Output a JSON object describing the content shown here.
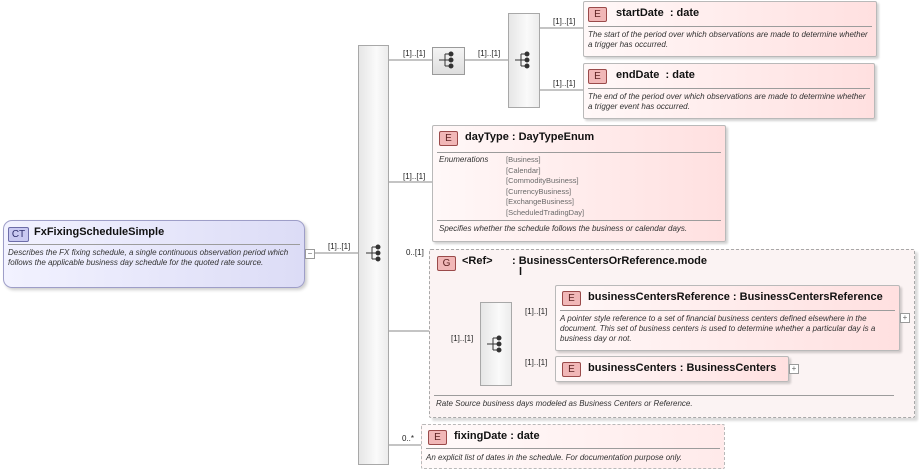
{
  "root": {
    "badge": "CT",
    "name": "FxFixingScheduleSimple",
    "description": "Describes the FX fixing schedule, a single continuous observation period which follows the applicable business day schedule for the quoted rate source."
  },
  "multiplicity": {
    "root_to_seq": "[1]..[1]",
    "seq_to_inner": "[1]..[1]",
    "inner_to_seq": "[1]..[1]",
    "start": "[1]..[1]",
    "end": "[1]..[1]",
    "daytype": "[1]..[1]",
    "group": "0..[1]",
    "group_inner": "[1]..[1]",
    "bcref": "[1]..[1]",
    "bc": "[1]..[1]",
    "fixing": "0..*"
  },
  "elements": {
    "startDate": {
      "badge": "E",
      "name": "startDate",
      "type": ": date",
      "description": "The start of the period over which observations are made to determine whether a trigger has occurred."
    },
    "endDate": {
      "badge": "E",
      "name": "endDate",
      "type": ": date",
      "description": "The end of the period over which observations are made to determine whether a trigger event has occurred."
    },
    "dayType": {
      "badge": "E",
      "name": "dayType",
      "type": ": DayTypeEnum",
      "enum_label": "Enumerations",
      "enumerations": [
        "[Business]",
        "[Calendar]",
        "[CommodityBusiness]",
        "[CurrencyBusiness]",
        "[ExchangeBusiness]",
        "[ScheduledTradingDay]"
      ],
      "description": "Specifies whether the schedule follows the business or calendar days."
    },
    "group": {
      "badge": "G",
      "name": "<Ref>",
      "type": ": BusinessCentersOrReference.mode",
      "type_tail": "l",
      "description": "Rate Source business days modeled as Business Centers or Reference."
    },
    "businessCentersReference": {
      "badge": "E",
      "name": "businessCentersReference",
      "type": ": BusinessCentersReference",
      "description": "A pointer style reference to a set of financial business centers defined elsewhere in the document. This set of business centers is used to determine whether a particular day is a business day or not."
    },
    "businessCenters": {
      "badge": "E",
      "name": "businessCenters",
      "type": ": BusinessCenters"
    },
    "fixingDate": {
      "badge": "E",
      "name": "fixingDate",
      "type": ": date",
      "description": "An explicit list of dates in the schedule. For documentation purpose only."
    }
  }
}
